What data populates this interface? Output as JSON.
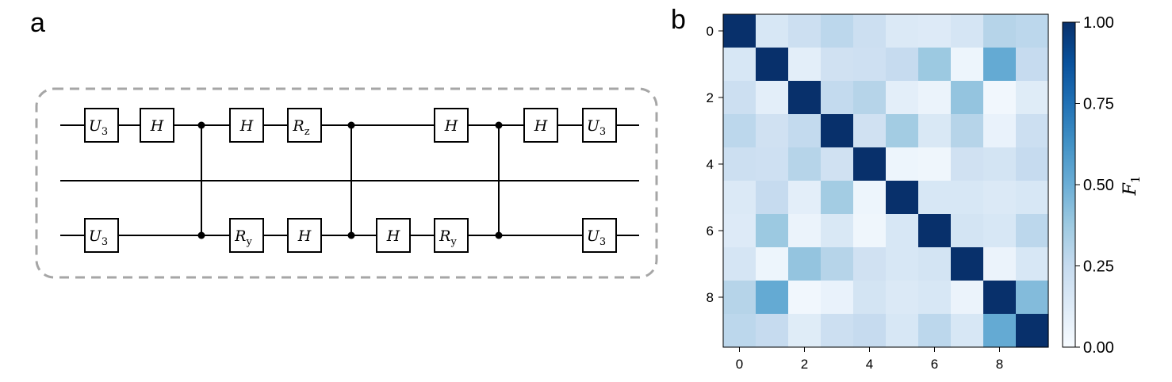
{
  "panels": {
    "a": "a",
    "b": "b"
  },
  "circuit": {
    "gates": [
      {
        "wire": 0,
        "col": 0,
        "name": "U",
        "sub": "3"
      },
      {
        "wire": 0,
        "col": 1,
        "name": "H",
        "sub": ""
      },
      {
        "wire": 0,
        "col": 2,
        "name": "H",
        "sub": ""
      },
      {
        "wire": 0,
        "col": 3,
        "name": "R",
        "sub": "z"
      },
      {
        "wire": 0,
        "col": 6,
        "name": "H",
        "sub": ""
      },
      {
        "wire": 0,
        "col": 7,
        "name": "H",
        "sub": ""
      },
      {
        "wire": 0,
        "col": 8,
        "name": "U",
        "sub": "3"
      },
      {
        "wire": 2,
        "col": 0,
        "name": "U",
        "sub": "3"
      },
      {
        "wire": 2,
        "col": 2,
        "name": "R",
        "sub": "y"
      },
      {
        "wire": 2,
        "col": 3,
        "name": "H",
        "sub": ""
      },
      {
        "wire": 2,
        "col": 5,
        "name": "H",
        "sub": ""
      },
      {
        "wire": 2,
        "col": 6,
        "name": "R",
        "sub": "y"
      },
      {
        "wire": 2,
        "col": 8,
        "name": "U",
        "sub": "3"
      }
    ],
    "controls": [
      1.5,
      3.5,
      6.5
    ]
  },
  "chart_data": {
    "type": "heatmap",
    "x_ticks": [
      0,
      2,
      4,
      6,
      8
    ],
    "y_ticks": [
      0,
      2,
      4,
      6,
      8
    ],
    "colormap": "Blues",
    "vmin": 0.0,
    "vmax": 1.0,
    "colorbar_label": "F_1",
    "colorbar_ticks": [
      "0.00",
      "0.25",
      "0.50",
      "0.75",
      "1.00"
    ],
    "values": [
      [
        1.0,
        0.16,
        0.22,
        0.28,
        0.22,
        0.14,
        0.13,
        0.17,
        0.3,
        0.28
      ],
      [
        0.16,
        1.0,
        0.1,
        0.2,
        0.21,
        0.25,
        0.38,
        0.05,
        0.52,
        0.25
      ],
      [
        0.22,
        0.1,
        1.0,
        0.26,
        0.3,
        0.1,
        0.06,
        0.4,
        0.03,
        0.12
      ],
      [
        0.28,
        0.2,
        0.26,
        1.0,
        0.2,
        0.36,
        0.15,
        0.3,
        0.07,
        0.22
      ],
      [
        0.22,
        0.21,
        0.3,
        0.2,
        1.0,
        0.05,
        0.04,
        0.2,
        0.18,
        0.25
      ],
      [
        0.14,
        0.25,
        0.1,
        0.36,
        0.05,
        1.0,
        0.16,
        0.16,
        0.14,
        0.16
      ],
      [
        0.13,
        0.38,
        0.06,
        0.15,
        0.04,
        0.16,
        1.0,
        0.18,
        0.16,
        0.28
      ],
      [
        0.17,
        0.05,
        0.4,
        0.3,
        0.2,
        0.16,
        0.18,
        1.0,
        0.06,
        0.16
      ],
      [
        0.3,
        0.52,
        0.03,
        0.07,
        0.18,
        0.14,
        0.16,
        0.06,
        1.0,
        0.44
      ],
      [
        0.28,
        0.25,
        0.12,
        0.22,
        0.25,
        0.16,
        0.28,
        0.16,
        0.52,
        1.0
      ]
    ]
  }
}
